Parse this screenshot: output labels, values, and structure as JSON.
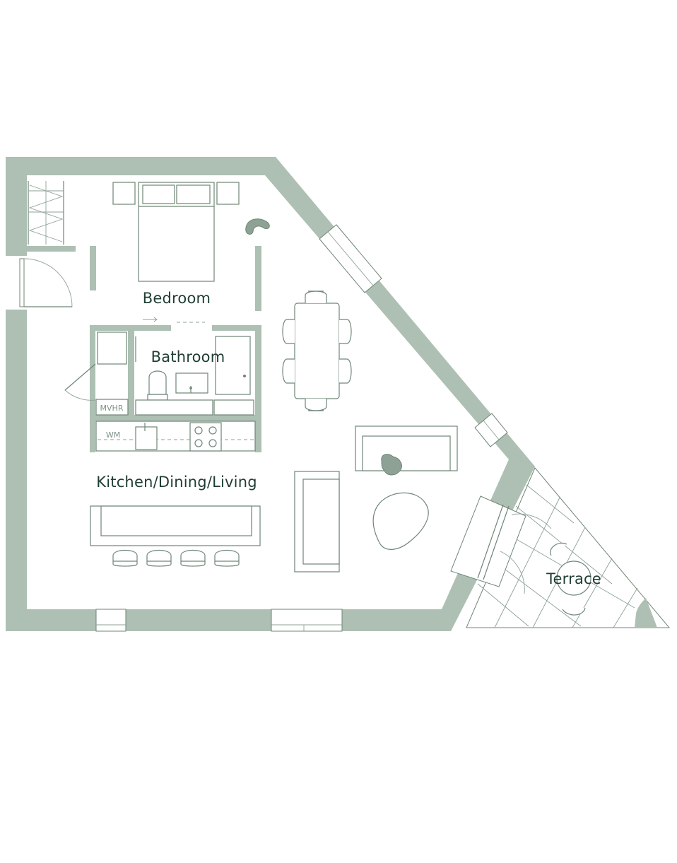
{
  "colors": {
    "wall": "#adc0b3",
    "line": "#6f8676",
    "label": "#1f3d33"
  },
  "rooms": {
    "bedroom": "Bedroom",
    "bathroom": "Bathroom",
    "kitchen_dining_living": "Kitchen/Dining/Living",
    "terrace": "Terrace"
  },
  "fixtures": {
    "mvhr": "MVHR",
    "washing_machine": "WM"
  }
}
